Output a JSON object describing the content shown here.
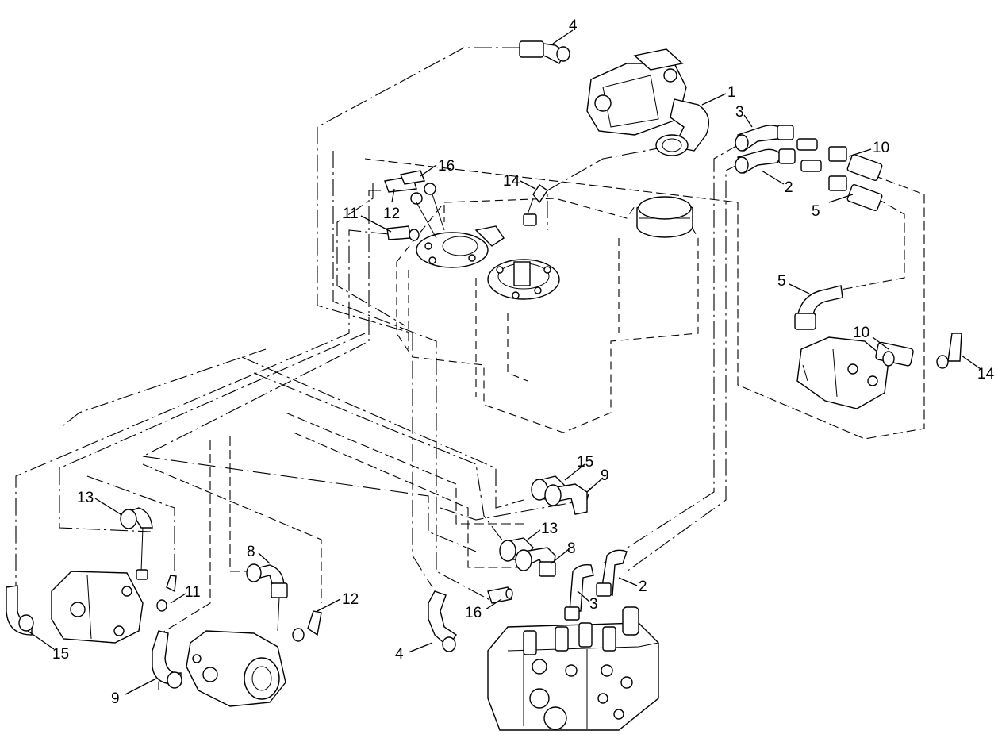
{
  "diagram": {
    "callouts": [
      {
        "id": "c-4-top",
        "text": "4"
      },
      {
        "id": "c-1",
        "text": "1"
      },
      {
        "id": "c-3-right",
        "text": "3"
      },
      {
        "id": "c-10-top",
        "text": "10"
      },
      {
        "id": "c-2-right",
        "text": "2"
      },
      {
        "id": "c-5-top",
        "text": "5"
      },
      {
        "id": "c-16-top",
        "text": "16"
      },
      {
        "id": "c-14-top",
        "text": "14"
      },
      {
        "id": "c-12-top",
        "text": "12"
      },
      {
        "id": "c-11-top",
        "text": "11"
      },
      {
        "id": "c-5-mid",
        "text": "5"
      },
      {
        "id": "c-10-mid",
        "text": "10"
      },
      {
        "id": "c-14-right",
        "text": "14"
      },
      {
        "id": "c-15-mid",
        "text": "15"
      },
      {
        "id": "c-9-mid",
        "text": "9"
      },
      {
        "id": "c-13-left",
        "text": "13"
      },
      {
        "id": "c-13-mid",
        "text": "13"
      },
      {
        "id": "c-8-mid",
        "text": "8"
      },
      {
        "id": "c-8-left",
        "text": "8"
      },
      {
        "id": "c-2-bottom",
        "text": "2"
      },
      {
        "id": "c-3-bottom",
        "text": "3"
      },
      {
        "id": "c-11-bottom",
        "text": "11"
      },
      {
        "id": "c-12-bottom",
        "text": "12"
      },
      {
        "id": "c-16-bottom",
        "text": "16"
      },
      {
        "id": "c-15-bottom",
        "text": "15"
      },
      {
        "id": "c-4-bottom",
        "text": "4"
      },
      {
        "id": "c-9-bottom",
        "text": "9"
      }
    ]
  }
}
